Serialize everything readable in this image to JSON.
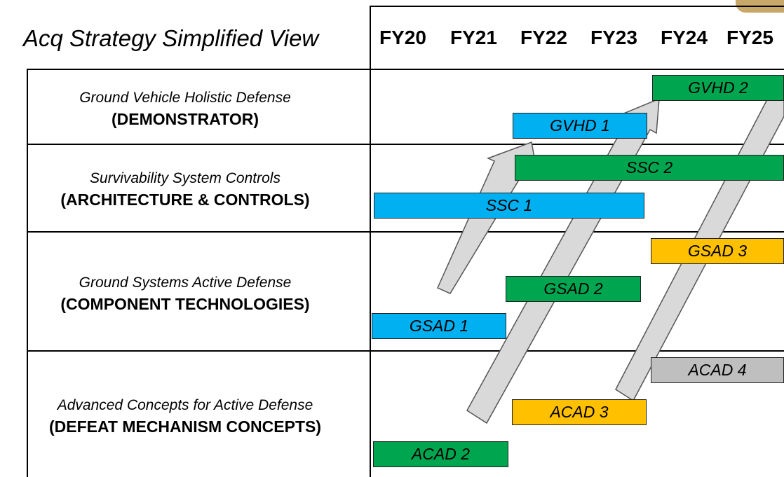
{
  "title": "Acq Strategy Simplified View",
  "years": [
    "FY20",
    "FY21",
    "FY22",
    "FY23",
    "FY24",
    "FY25"
  ],
  "rows": [
    {
      "name": "Ground Vehicle Holistic Defense",
      "category": "(DEMONSTRATOR)"
    },
    {
      "name": "Survivability System Controls",
      "category": "(ARCHITECTURE & CONTROLS)"
    },
    {
      "name": "Ground Systems Active Defense",
      "category": "(COMPONENT TECHNOLOGIES)"
    },
    {
      "name": "Advanced Concepts for Active Defense",
      "category": "(DEFEAT MECHANISM CONCEPTS)"
    }
  ],
  "bars": {
    "gvhd1": "GVHD 1",
    "gvhd2": "GVHD 2",
    "ssc1": "SSC 1",
    "ssc2": "SSC 2",
    "gsad1": "GSAD 1",
    "gsad2": "GSAD 2",
    "gsad3": "GSAD 3",
    "acad2": "ACAD 2",
    "acad3": "ACAD 3",
    "acad4": "ACAD 4"
  },
  "colors": {
    "blue": "#00b0f0",
    "green": "#00a550",
    "yellow": "#ffc000",
    "gray": "#bfbfbf",
    "arrow_fill": "#d9d9d9"
  }
}
